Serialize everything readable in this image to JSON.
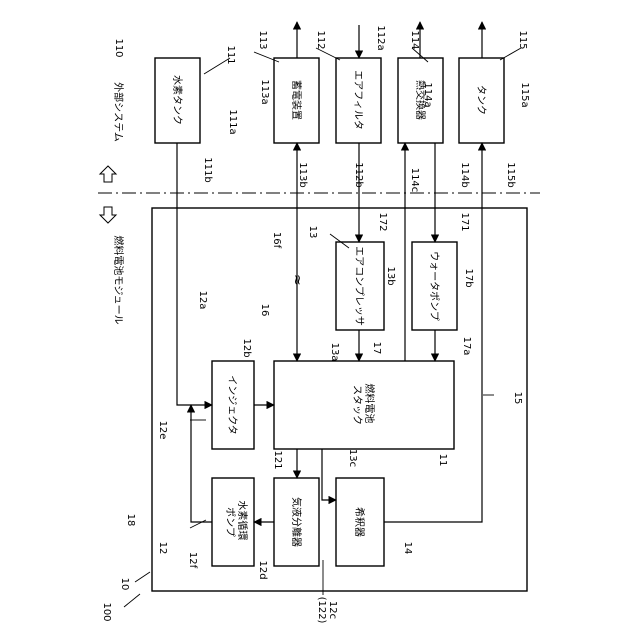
{
  "system": {
    "ref_100": "100",
    "ref_10": "10",
    "ref_110": "110",
    "ref_18": "18",
    "external_label": "外部システム",
    "module_label": "燃料電池モジュール"
  },
  "boxes": {
    "hydrogen_tank": "水素タンク",
    "storage": "蓄電装置",
    "air_filter": "エアフィルタ",
    "heat_exchanger": "熱交換器",
    "tank": "タンク",
    "air_compressor": "エアコンプレッサ",
    "water_pump": "ウォータポンプ",
    "injector": "インジェクタ",
    "stack": "燃料電池\nスタック",
    "h2_pump": "水素循環\nポンプ",
    "separator": "気液分離器",
    "diluter": "希釈器"
  },
  "refs": [
    "111",
    "111a",
    "111b",
    "113",
    "113a",
    "113b",
    "112",
    "112a",
    "112b",
    "114",
    "114a",
    "114b",
    "114c",
    "115",
    "115a",
    "115b",
    "12",
    "12a",
    "12b",
    "12c\n(122)",
    "12d",
    "12e",
    "12f",
    "13",
    "13a",
    "13b",
    "13c",
    "14",
    "15",
    "16",
    "16f",
    "17",
    "17a",
    "17b",
    "171",
    "172",
    "11",
    "121"
  ]
}
